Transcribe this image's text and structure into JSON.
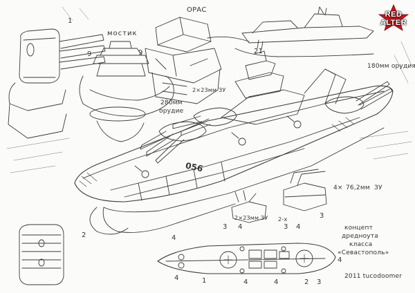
{
  "logo": {
    "line1": "RED",
    "line2": "ALTER"
  },
  "labels": {
    "num_1_top": "1",
    "bridge": "мостик",
    "orac": "ОРАС",
    "num_9_left": "9",
    "num_21": "21",
    "num_9_mid": "9",
    "gun_180": "180мм орудия",
    "gun_23_upper": "2×23мм ЗУ",
    "gun_280_line1": "280мм",
    "gun_280_line2": "орудие",
    "hull_number": "056",
    "gun_76_line1": "4×",
    "gun_76_line2": "76,2мм",
    "gun_76_line3": "ЗУ",
    "num_3_right": "3",
    "gun_23_lower": "2×23мм ЗУ",
    "num_2x": "2-х",
    "num_2_left": "2",
    "concept_line1": "концепт",
    "concept_line2": "дредноута",
    "concept_line3": "класса",
    "concept_line4": "«Севастополь»",
    "signature": "2011 tucodoomer",
    "plan_num_4a": "4",
    "plan_num_3a": "3",
    "plan_num_4b": "4",
    "plan_num_3b": "3",
    "plan_num_4c": "4",
    "plan_num_4d": "4",
    "plan_num_1": "1",
    "plan_num_2": "2",
    "plan_num_3c": "3",
    "plan_num_4e": "4",
    "plan_num_4f": "4",
    "plan_num_4g": "4"
  },
  "colors": {
    "ink": "#3a3a3a",
    "paper": "#fbfbf9",
    "logo_star": "#c8161d"
  }
}
